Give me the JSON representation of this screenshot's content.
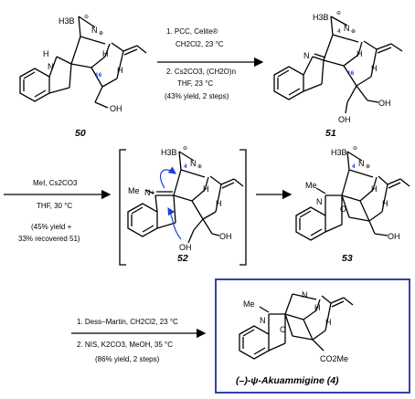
{
  "colors": {
    "ink": "#000000",
    "accent": "#1f3fd6",
    "box": "#1f2fa0"
  },
  "compounds": {
    "c50": "50",
    "c51": "51",
    "c52": "52",
    "c53": "53",
    "c4": "(–)-ψ-Akuammigine (4)"
  },
  "atoms": {
    "h3b": "H3B",
    "minus": "⊖",
    "plus": "⊕",
    "n": "N",
    "h": "H",
    "oh": "OH",
    "o": "O",
    "me": "Me",
    "co2me": "CO2Me",
    "mn": "Me",
    "n4": "4",
    "c16": "16",
    "nplus": "N+"
  },
  "step1": {
    "l1": "1. PCC, Celite®",
    "l2": "CH2Cl2, 23 °C",
    "l3": "2. Cs2CO3, (CH2O)n",
    "l4": "THF, 23 °C",
    "l5": "(43% yield, 2 steps)"
  },
  "step2": {
    "l1": "MeI, Cs2CO3",
    "l2": "THF, 30 °C",
    "l3": "(45% yield +",
    "l4": "33% recovered 51)"
  },
  "step3": {
    "l1": "1. Dess–Martin, CH2Cl2, 23 °C",
    "l2": "2. NIS, K2CO3, MeOH, 35 °C",
    "l3": "(86% yield, 2 steps)"
  }
}
